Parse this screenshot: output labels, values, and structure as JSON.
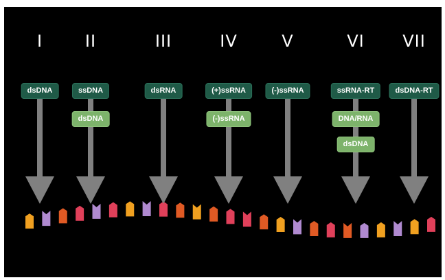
{
  "classes": [
    {
      "numeral": "I",
      "labels": [
        {
          "text": "dsDNA",
          "tone": "dark"
        }
      ]
    },
    {
      "numeral": "II",
      "labels": [
        {
          "text": "ssDNA",
          "tone": "dark"
        },
        {
          "text": "dsDNA",
          "tone": "light"
        }
      ]
    },
    {
      "numeral": "III",
      "labels": [
        {
          "text": "dsRNA",
          "tone": "dark"
        }
      ]
    },
    {
      "numeral": "IV",
      "labels": [
        {
          "text": "(+)ssRNA",
          "tone": "dark"
        },
        {
          "text": "(-)ssRNA",
          "tone": "light"
        }
      ]
    },
    {
      "numeral": "V",
      "labels": [
        {
          "text": "(-)ssRNA",
          "tone": "dark"
        }
      ]
    },
    {
      "numeral": "VI",
      "labels": [
        {
          "text": "ssRNA-RT",
          "tone": "dark"
        },
        {
          "text": "DNA/RNA",
          "tone": "light"
        },
        {
          "text": "dsDNA",
          "tone": "light"
        }
      ]
    },
    {
      "numeral": "VII",
      "labels": [
        {
          "text": "dsDNA-RT",
          "tone": "dark"
        }
      ]
    }
  ],
  "colors": {
    "background": "#000000",
    "arrow": "#808080",
    "dark_label": "#1f5a47",
    "light_label": "#7db36b"
  },
  "strand_colors": [
    "#f0a020",
    "#b08ad0",
    "#e05a24",
    "#e0405a",
    "#b08ad0",
    "#e0405a",
    "#f0a020",
    "#b08ad0",
    "#e0405a",
    "#e05a24",
    "#f0a020",
    "#e05a24",
    "#e0405a",
    "#e0405a",
    "#e05a24",
    "#f0a020",
    "#b08ad0",
    "#e05a24",
    "#e0405a",
    "#e05a24",
    "#b08ad0",
    "#f0a020",
    "#b08ad0",
    "#f0a020",
    "#e0405a"
  ]
}
